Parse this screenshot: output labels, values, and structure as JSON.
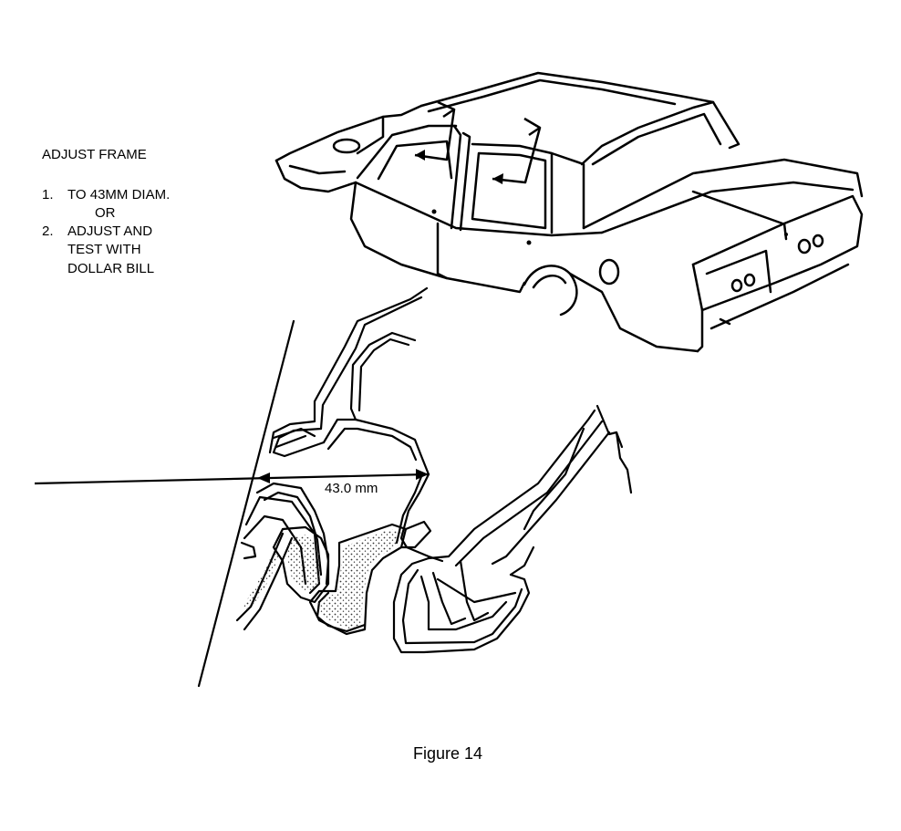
{
  "notes": {
    "title": "ADJUST FRAME",
    "item1_num": "1.",
    "item1_text": "TO 43MM DIAM.",
    "or_text": "OR",
    "item2_num": "2.",
    "item2_line1": "ADJUST AND",
    "item2_line2": "TEST WITH",
    "item2_line3": "DOLLAR BILL"
  },
  "dimension": {
    "label": "43.0 mm"
  },
  "caption": "Figure 14",
  "colors": {
    "ink": "#000000",
    "paper": "#ffffff",
    "stipple": "#444444"
  }
}
